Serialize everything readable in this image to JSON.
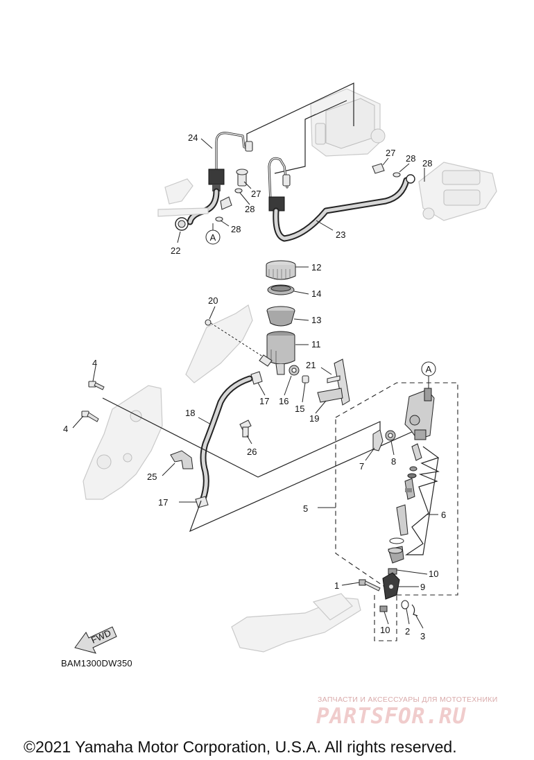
{
  "diagram_code": "BAM1300DW350",
  "copyright": "©2021 Yamaha Motor Corporation, U.S.A. All rights reserved.",
  "watermark": {
    "tagline": "ЗАПЧАСТИ И АКСЕССУАРЫ ДЛЯ МОТОТЕХНИКИ",
    "logo": "PARTSFOR.RU"
  },
  "direction_arrow": {
    "label": "FWD"
  },
  "reference_marker": {
    "label": "A"
  },
  "callouts": {
    "c1": "1",
    "c2": "2",
    "c3": "3",
    "c4a": "4",
    "c4b": "4",
    "c5": "5",
    "c6": "6",
    "c7": "7",
    "c8": "8",
    "c9": "9",
    "c10a": "10",
    "c10b": "10",
    "c11": "11",
    "c12": "12",
    "c13": "13",
    "c14": "14",
    "c15": "15",
    "c16": "16",
    "c17a": "17",
    "c17b": "17",
    "c18": "18",
    "c19": "19",
    "c20": "20",
    "c21": "21",
    "c22": "22",
    "c23": "23",
    "c24": "24",
    "c25": "25",
    "c26": "26",
    "c27a": "27",
    "c27b": "27",
    "c28a": "28",
    "c28b": "28",
    "c28c": "28",
    "c28d": "28"
  }
}
